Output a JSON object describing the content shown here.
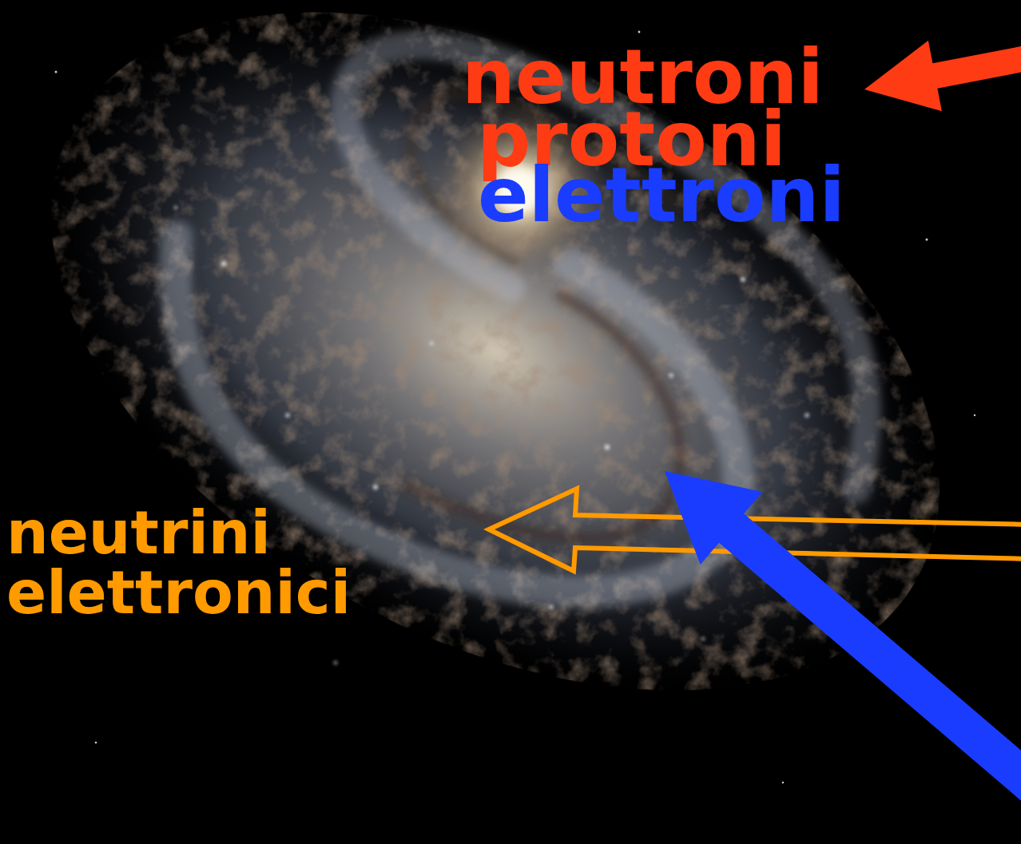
{
  "diagram": {
    "labels": [
      "neutroni",
      "protoni",
      "elettroni",
      "neutrini elettronici"
    ]
  }
}
